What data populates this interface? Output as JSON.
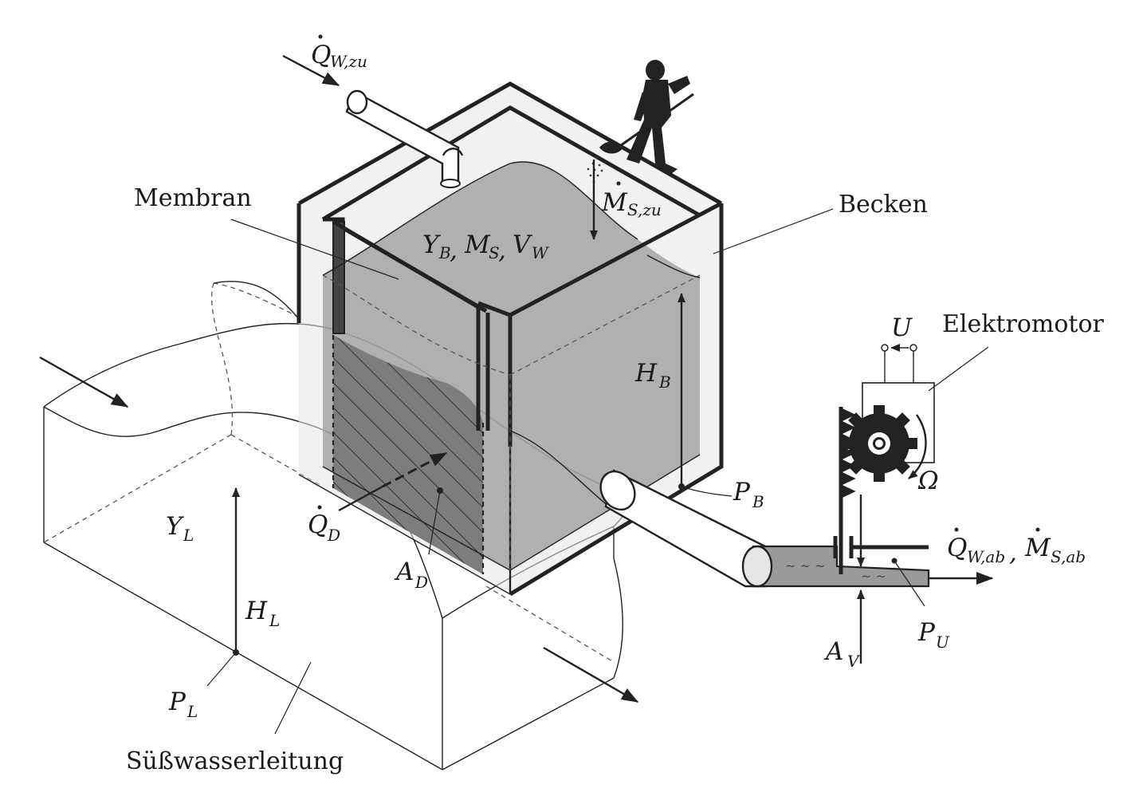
{
  "labels": {
    "membran": "Membran",
    "becken": "Becken",
    "elektromotor": "Elektromotor",
    "suesswasserleitung": "Süßwasserleitung"
  },
  "symbols": {
    "q_w_zu": {
      "base": "Q",
      "sub": "W,zu"
    },
    "m_s_zu": {
      "base": "M",
      "sub": "S,zu"
    },
    "y_b": {
      "base": "Y",
      "sub": "B"
    },
    "m_s": {
      "base": "M",
      "sub": "S"
    },
    "v_w": {
      "base": "V",
      "sub": "W"
    },
    "h_b": {
      "base": "H",
      "sub": "B"
    },
    "p_b": {
      "base": "P",
      "sub": "B"
    },
    "u": {
      "base": "U"
    },
    "omega": {
      "base": "Ω"
    },
    "q_w_ab": {
      "base": "Q",
      "sub": "W,ab"
    },
    "m_s_ab": {
      "base": "M",
      "sub": "S,ab"
    },
    "p_u": {
      "base": "P",
      "sub": "U"
    },
    "a_v": {
      "base": "A",
      "sub": "V"
    },
    "y_l": {
      "base": "Y",
      "sub": "L"
    },
    "h_l": {
      "base": "H",
      "sub": "L"
    },
    "p_l": {
      "base": "P",
      "sub": "L"
    },
    "q_d": {
      "base": "Q",
      "sub": "D"
    },
    "a_d": {
      "base": "A",
      "sub": "D"
    }
  },
  "separators": {
    "comma": ","
  },
  "icons": {
    "worker": "worker-pouring-salt-icon",
    "gear": "gear-icon",
    "rotation": "rotation-arrow-icon"
  }
}
